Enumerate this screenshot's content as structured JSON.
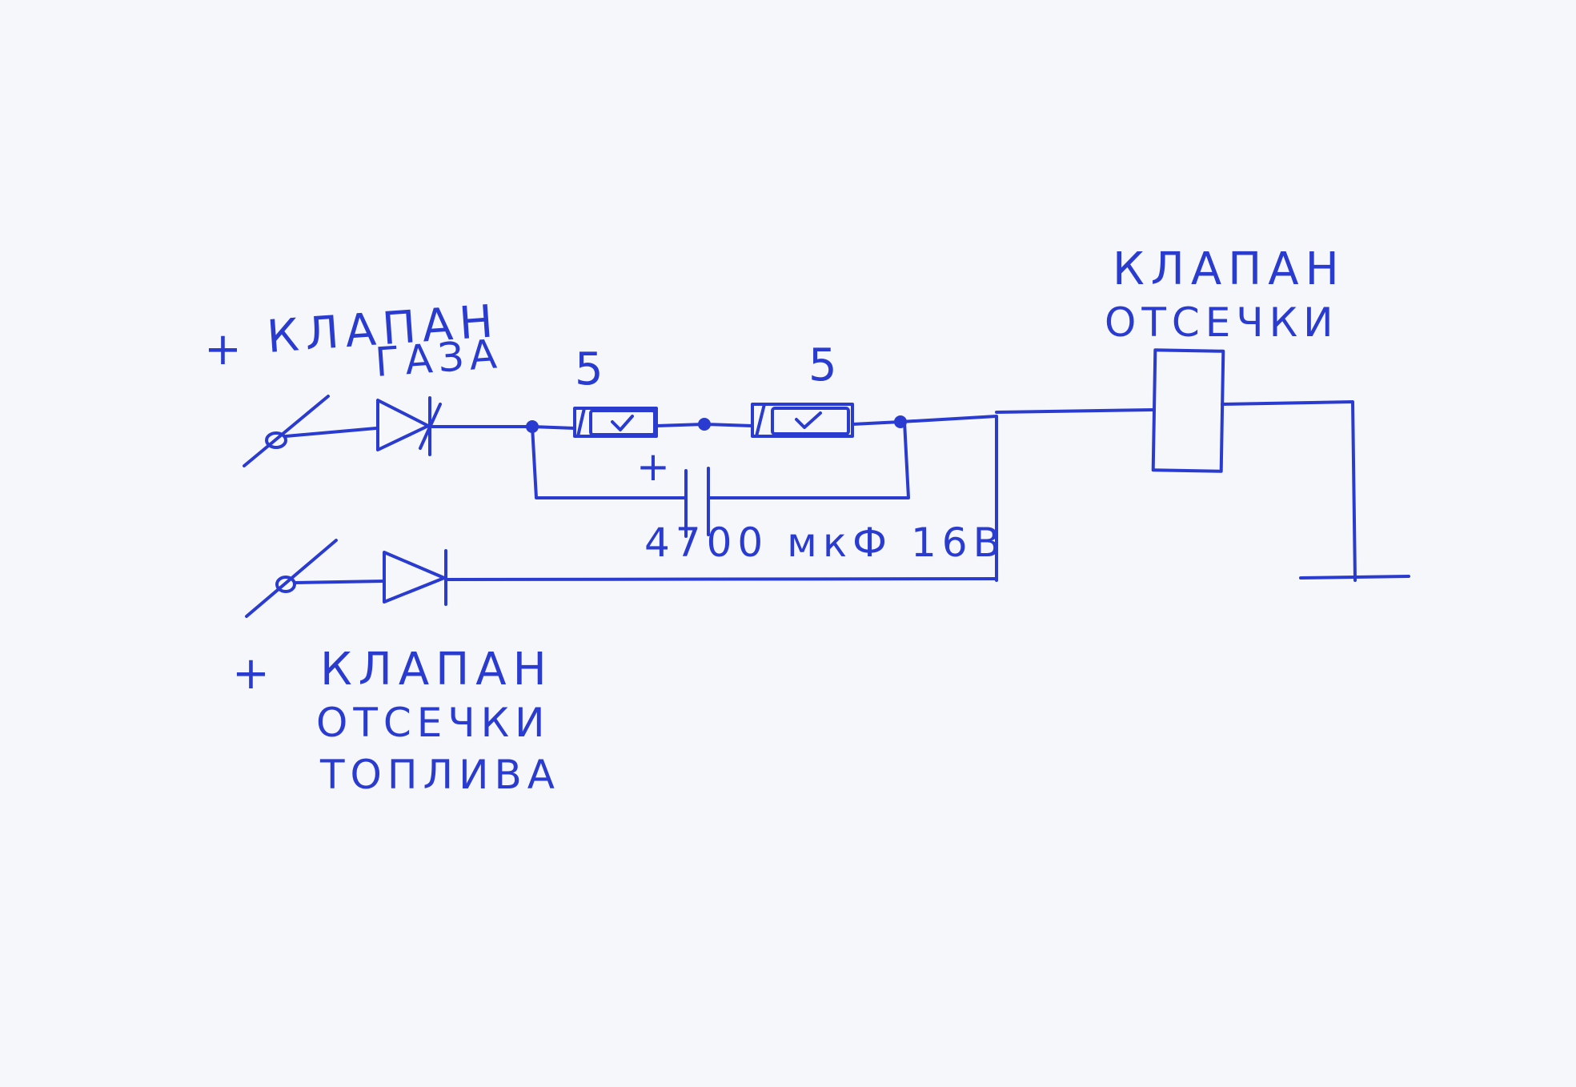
{
  "labels": {
    "gas_plus": "+",
    "gas_line1": "КЛАПАН",
    "gas_line2": "ГАЗА",
    "fuel_plus": "+",
    "fuel_line1": "КЛАПАН",
    "fuel_line2": "ОТСЕЧКИ",
    "fuel_line3": "ТОПЛИВА",
    "valve_line1": "КЛАПАН",
    "valve_line2": "ОТСЕЧКИ",
    "resistor1_value": "5",
    "resistor2_value": "5",
    "capacitor_plus": "+",
    "capacitor_value": "4700 мкФ 16В"
  },
  "colors": {
    "ink": "#2a3bd0",
    "paper": "#f6f7fb"
  }
}
